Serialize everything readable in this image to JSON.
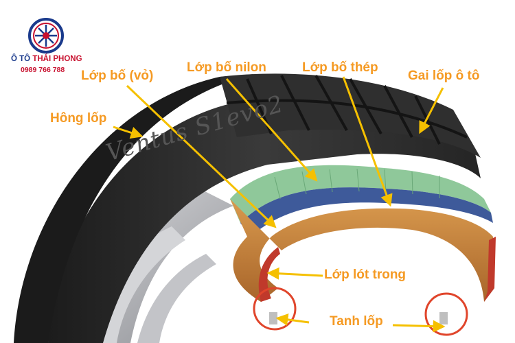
{
  "brand": {
    "name_prefix": "Ô TÔ ",
    "name_highlight": "THÁI PHONG",
    "phone": "0989 766 788",
    "colors": {
      "navy": "#1a3a8c",
      "red": "#c8102e"
    }
  },
  "tire": {
    "sidewall_text": "Ventus S1evo2"
  },
  "labels": {
    "lop_bo_vo": "Lớp bố (vỏ)",
    "lop_bo_nilon": "Lớp bố nilon",
    "lop_bo_thep": "Lớp bố thép",
    "gai_lop": "Gai lốp ô tô",
    "hong_lop": "Hông lốp",
    "lop_lot_trong": "Lớp lót trong",
    "tanh_lop": "Tanh lốp"
  },
  "colors": {
    "label": "#f59a23",
    "callout_line": "#f5c000",
    "callout_circle": "#e0452b",
    "rubber": "#2a2a2a",
    "ply": "#c8873a",
    "nylon": "#8fc89a",
    "steel": "#3e5a9a"
  }
}
